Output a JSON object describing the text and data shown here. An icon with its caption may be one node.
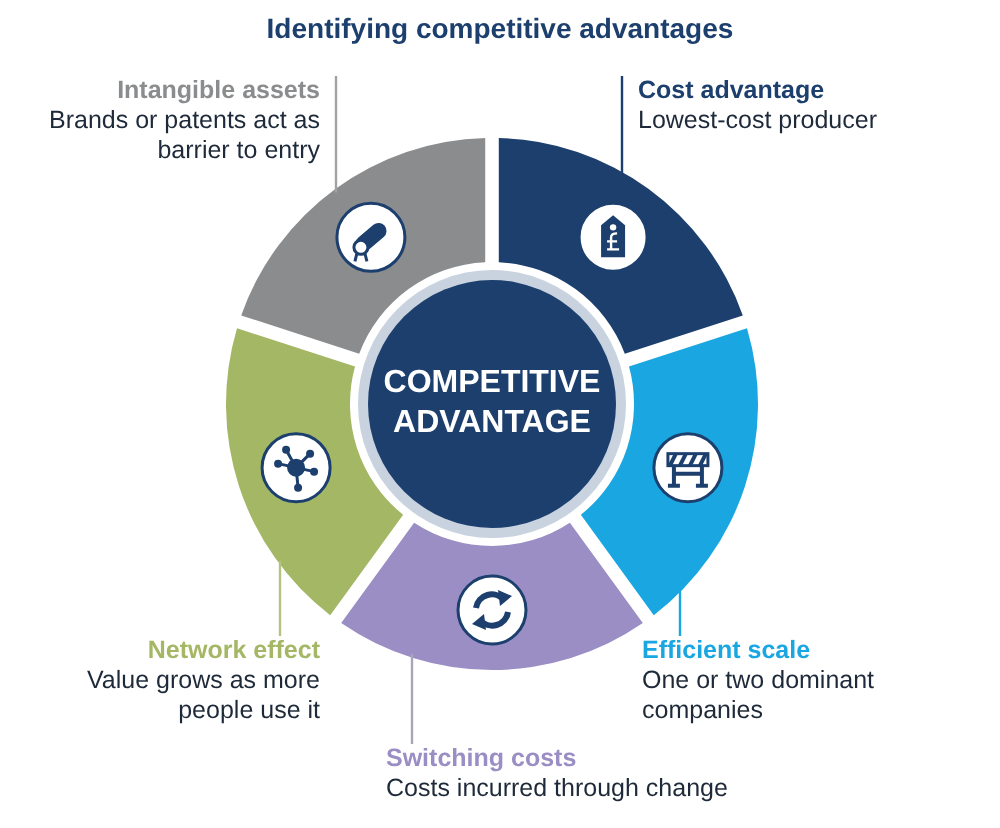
{
  "diagram": {
    "title": "Identifying competitive advantages",
    "nodes": [
      {
        "text": [
          "Intangible assets",
          "Brands or patents act as barrier to entry"
        ]
      },
      {
        "text": [
          "Cost advantage",
          "Lowest-cost producer"
        ]
      },
      {
        "text": [
          "COMPETITIVE ADVANTAGE"
        ]
      },
      {
        "text": [],
        "shape": "arc"
      },
      {
        "text": [],
        "shape": "arc"
      },
      {
        "text": [],
        "shape": "arc"
      },
      {
        "text": [],
        "shape": "arc"
      },
      {
        "text": [],
        "shape": "arc"
      },
      {
        "text": [
          "Network effect",
          "Value grows as more people use it"
        ]
      },
      {
        "text": [
          "Efficient scale",
          "One or two dominant companies"
        ]
      },
      {
        "text": [
          "Switching costs",
          "Costs incurred through change"
        ]
      }
    ],
    "edges": [
      {
        "from": 0,
        "to": 3,
        "arrow": "none",
        "color": "#a0a2a4"
      },
      {
        "from": 1,
        "to": 4,
        "arrow": "none",
        "color": "#1c3f6e"
      },
      {
        "from": 8,
        "to": 5,
        "arrow": "none",
        "color": "#b3c27e"
      },
      {
        "from": 9,
        "to": 6,
        "arrow": "none",
        "color": "#1aa7e1"
      },
      {
        "from": 10,
        "to": 7,
        "arrow": "none",
        "color": "#a8a4bc"
      }
    ]
  }
}
